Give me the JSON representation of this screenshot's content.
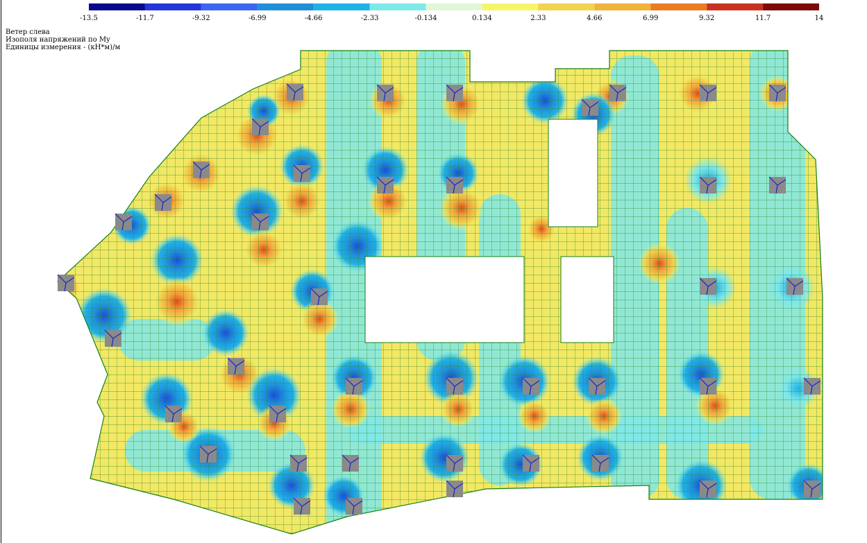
{
  "legend": {
    "colors": [
      "#0a0a8c",
      "#2336d8",
      "#3a66f0",
      "#1f8fd8",
      "#20b2e6",
      "#7fe8e8",
      "#e0f8d8",
      "#f7f56a",
      "#f2d34e",
      "#f2b33a",
      "#ea7b1f",
      "#c8321e",
      "#7c0a0a"
    ],
    "ticks": [
      "-13.5",
      "-11.7",
      "-9.32",
      "-6.99",
      "-4.66",
      "-2.33",
      "-0.134",
      "0.134",
      "2.33",
      "4.66",
      "6.99",
      "9.32",
      "11.7",
      "14"
    ]
  },
  "info": {
    "load_case": "Ветер слева",
    "field": "Изополя напряжений по My",
    "units": "Единицы измерения - (кН*м)/м"
  },
  "colors": {
    "mesh": "#2f8a2f",
    "column": "#8a8a8a",
    "outline": "#178017",
    "base": "#f2e864"
  }
}
